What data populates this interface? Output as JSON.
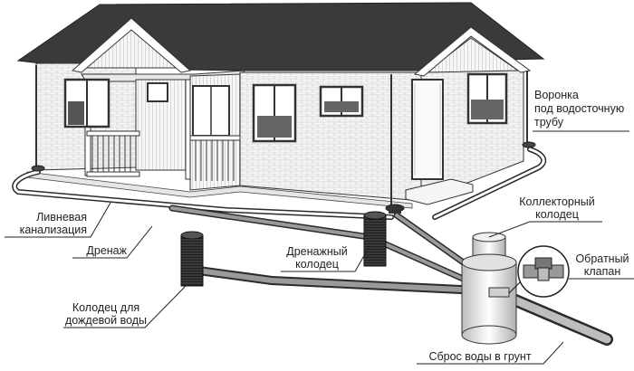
{
  "labels": {
    "funnel_line1": "Воронка",
    "funnel_line2": "под водосточную",
    "funnel_line3": "трубу",
    "storm_line1": "Ливневая",
    "storm_line2": "канализация",
    "collector_line1": "Коллекторный",
    "collector_line2": "колодец",
    "drain_well_line1": "Дренажный",
    "drain_well_line2": "колодец",
    "check_valve_line1": "Обратный",
    "check_valve_line2": "клапан",
    "drainage": "Дренаж",
    "rain_well_line1": "Колодец для",
    "rain_well_line2": "дождевой воды",
    "discharge": "Сброс воды в грунт"
  },
  "colors": {
    "line": "#2a2a2a",
    "roof": "#3a3a3a",
    "pipe": "#9a9a9a",
    "wall": "#f2f2f2"
  }
}
